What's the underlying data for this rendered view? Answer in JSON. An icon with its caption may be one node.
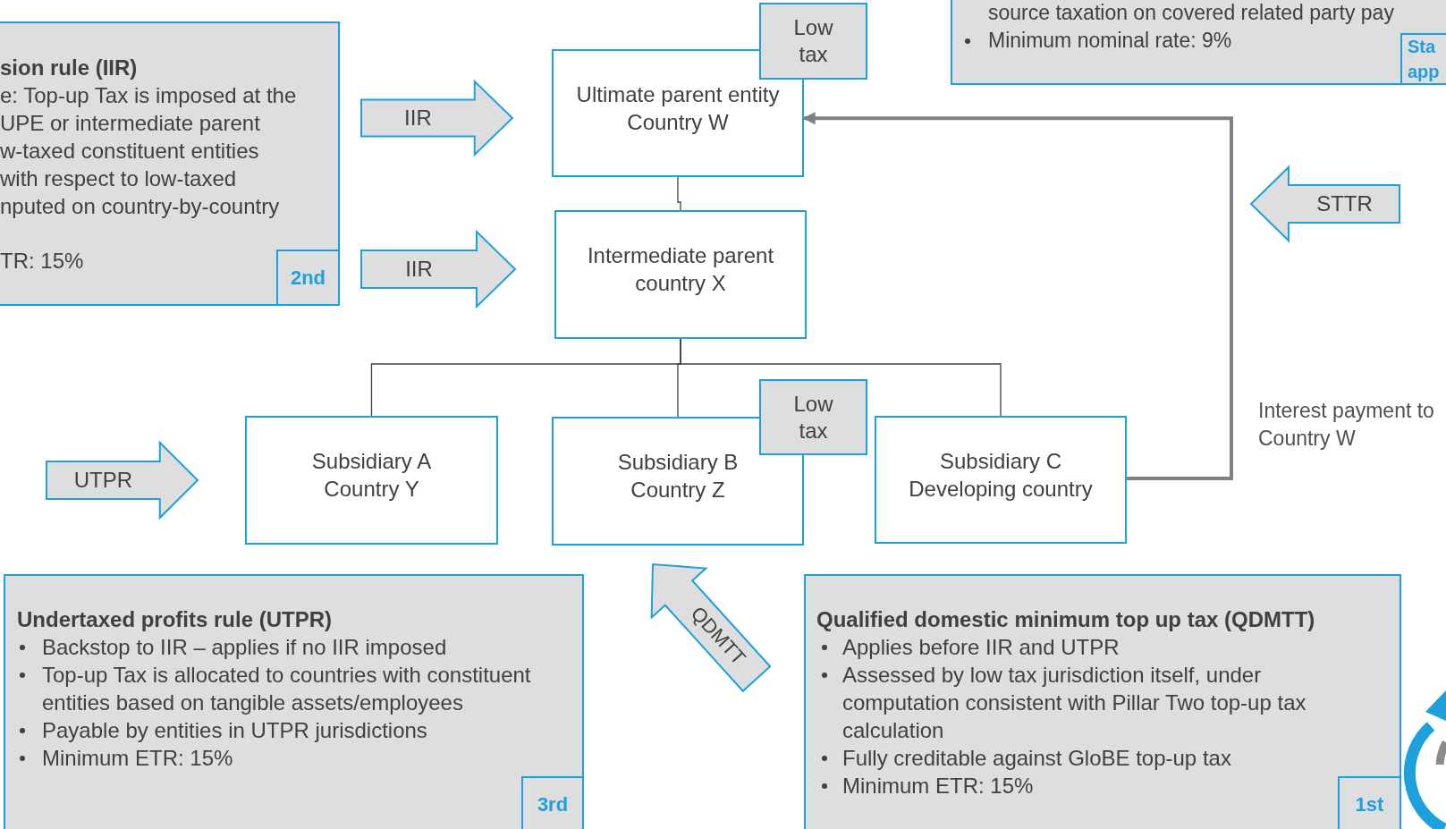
{
  "diagram": {
    "nodes": [
      {
        "text": [
          "sion rule (IIR)",
          "e: Top-up Tax is imposed at the",
          "UPE or intermediate parent",
          "w-taxed constituent entities",
          "with respect to low-taxed",
          "nputed on country-by-country",
          "TR: 15%"
        ]
      },
      {
        "text": [
          "2nd"
        ],
        "in": 0
      },
      {
        "text": [
          "source taxation on covered related party pay",
          "Minimum nominal rate: 9%"
        ]
      },
      {
        "text": [
          "Sta app"
        ],
        "in": 2
      },
      {
        "text": [
          "Ultimate parent entity Country W"
        ]
      },
      {
        "text": [
          "Low tax"
        ]
      },
      {
        "text": [
          "Intermediate parent country X"
        ]
      },
      {
        "text": [
          "Subsidiary A Country Y"
        ]
      },
      {
        "text": [
          "Subsidiary B Country Z"
        ]
      },
      {
        "text": [
          "Low tax"
        ]
      },
      {
        "text": [
          "Subsidiary C Developing country"
        ]
      },
      {
        "text": [
          "Undertaxed profits rule (UTPR)",
          "Backstop to IIR – applies if no IIR imposed",
          "Top-up Tax is allocated to countries with constituent entities based on tangible assets/employees",
          "Payable by entities in UTPR jurisdictions",
          "Minimum ETR: 15%"
        ]
      },
      {
        "text": [
          "3rd"
        ],
        "in": 11
      },
      {
        "text": [
          "Qualified domestic minimum top up tax (QDMTT)",
          "Applies before IIR and UTPR",
          "Assessed by low tax jurisdiction itself, under computation consistent with Pillar Two top-up tax calculation",
          "Fully creditable against GloBE top-up tax",
          "Minimum ETR: 15%"
        ]
      },
      {
        "text": [
          "1st"
        ],
        "in": 13
      },
      {
        "text": [
          "STTR"
        ]
      }
    ],
    "edges": [
      {
        "from": 4,
        "to": 6,
        "arrow": "none"
      },
      {
        "from": 6,
        "to": 7,
        "arrow": "none"
      },
      {
        "from": 6,
        "to": 8,
        "arrow": "none"
      },
      {
        "from": 6,
        "to": 10,
        "arrow": "none"
      },
      {
        "from": 10,
        "to": 4,
        "arrow": "to",
        "label": "Interest payment to Country W",
        "style": "thick",
        "color": "#808080"
      },
      {
        "from": 0,
        "to": 4,
        "arrow": "to",
        "label": "IIR"
      },
      {
        "from": 0,
        "to": 6,
        "arrow": "to",
        "label": "IIR"
      },
      {
        "from": 11,
        "to": 7,
        "arrow": "to",
        "label": "UTPR"
      },
      {
        "from": 13,
        "to": 8,
        "arrow": "to",
        "label": "QDMTT"
      }
    ]
  }
}
